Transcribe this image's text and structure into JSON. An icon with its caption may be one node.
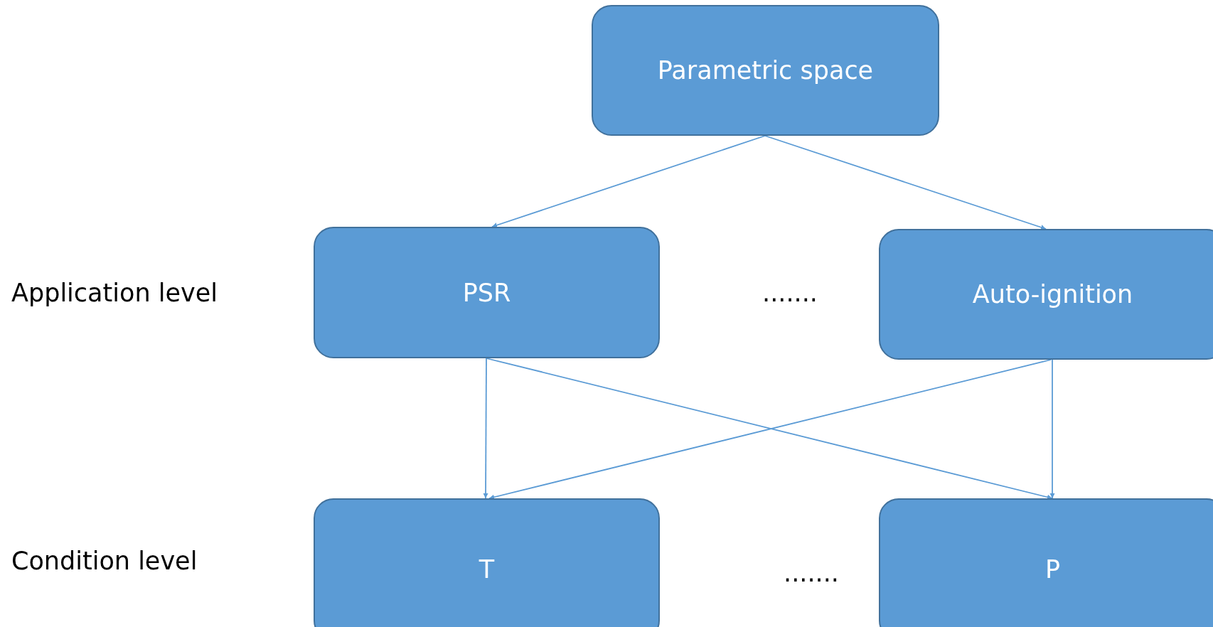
{
  "diagram": {
    "nodes": [
      {
        "text": [
          "Parametric space"
        ]
      },
      {
        "text": [
          "PSR"
        ]
      },
      {
        "text": [
          "Auto-ignition"
        ]
      },
      {
        "text": [
          "T"
        ]
      },
      {
        "text": [
          "P"
        ]
      }
    ],
    "edges": [
      {
        "from": 0,
        "to": 1,
        "arrow": "to"
      },
      {
        "from": 0,
        "to": 2,
        "arrow": "to"
      },
      {
        "from": 1,
        "to": 3,
        "arrow": "to"
      },
      {
        "from": 1,
        "to": 4,
        "arrow": "to"
      },
      {
        "from": 2,
        "to": 3,
        "arrow": "to"
      },
      {
        "from": 2,
        "to": 4,
        "arrow": "to"
      }
    ],
    "labels": [
      "Application level",
      ".......",
      "Condition level",
      "......."
    ]
  }
}
